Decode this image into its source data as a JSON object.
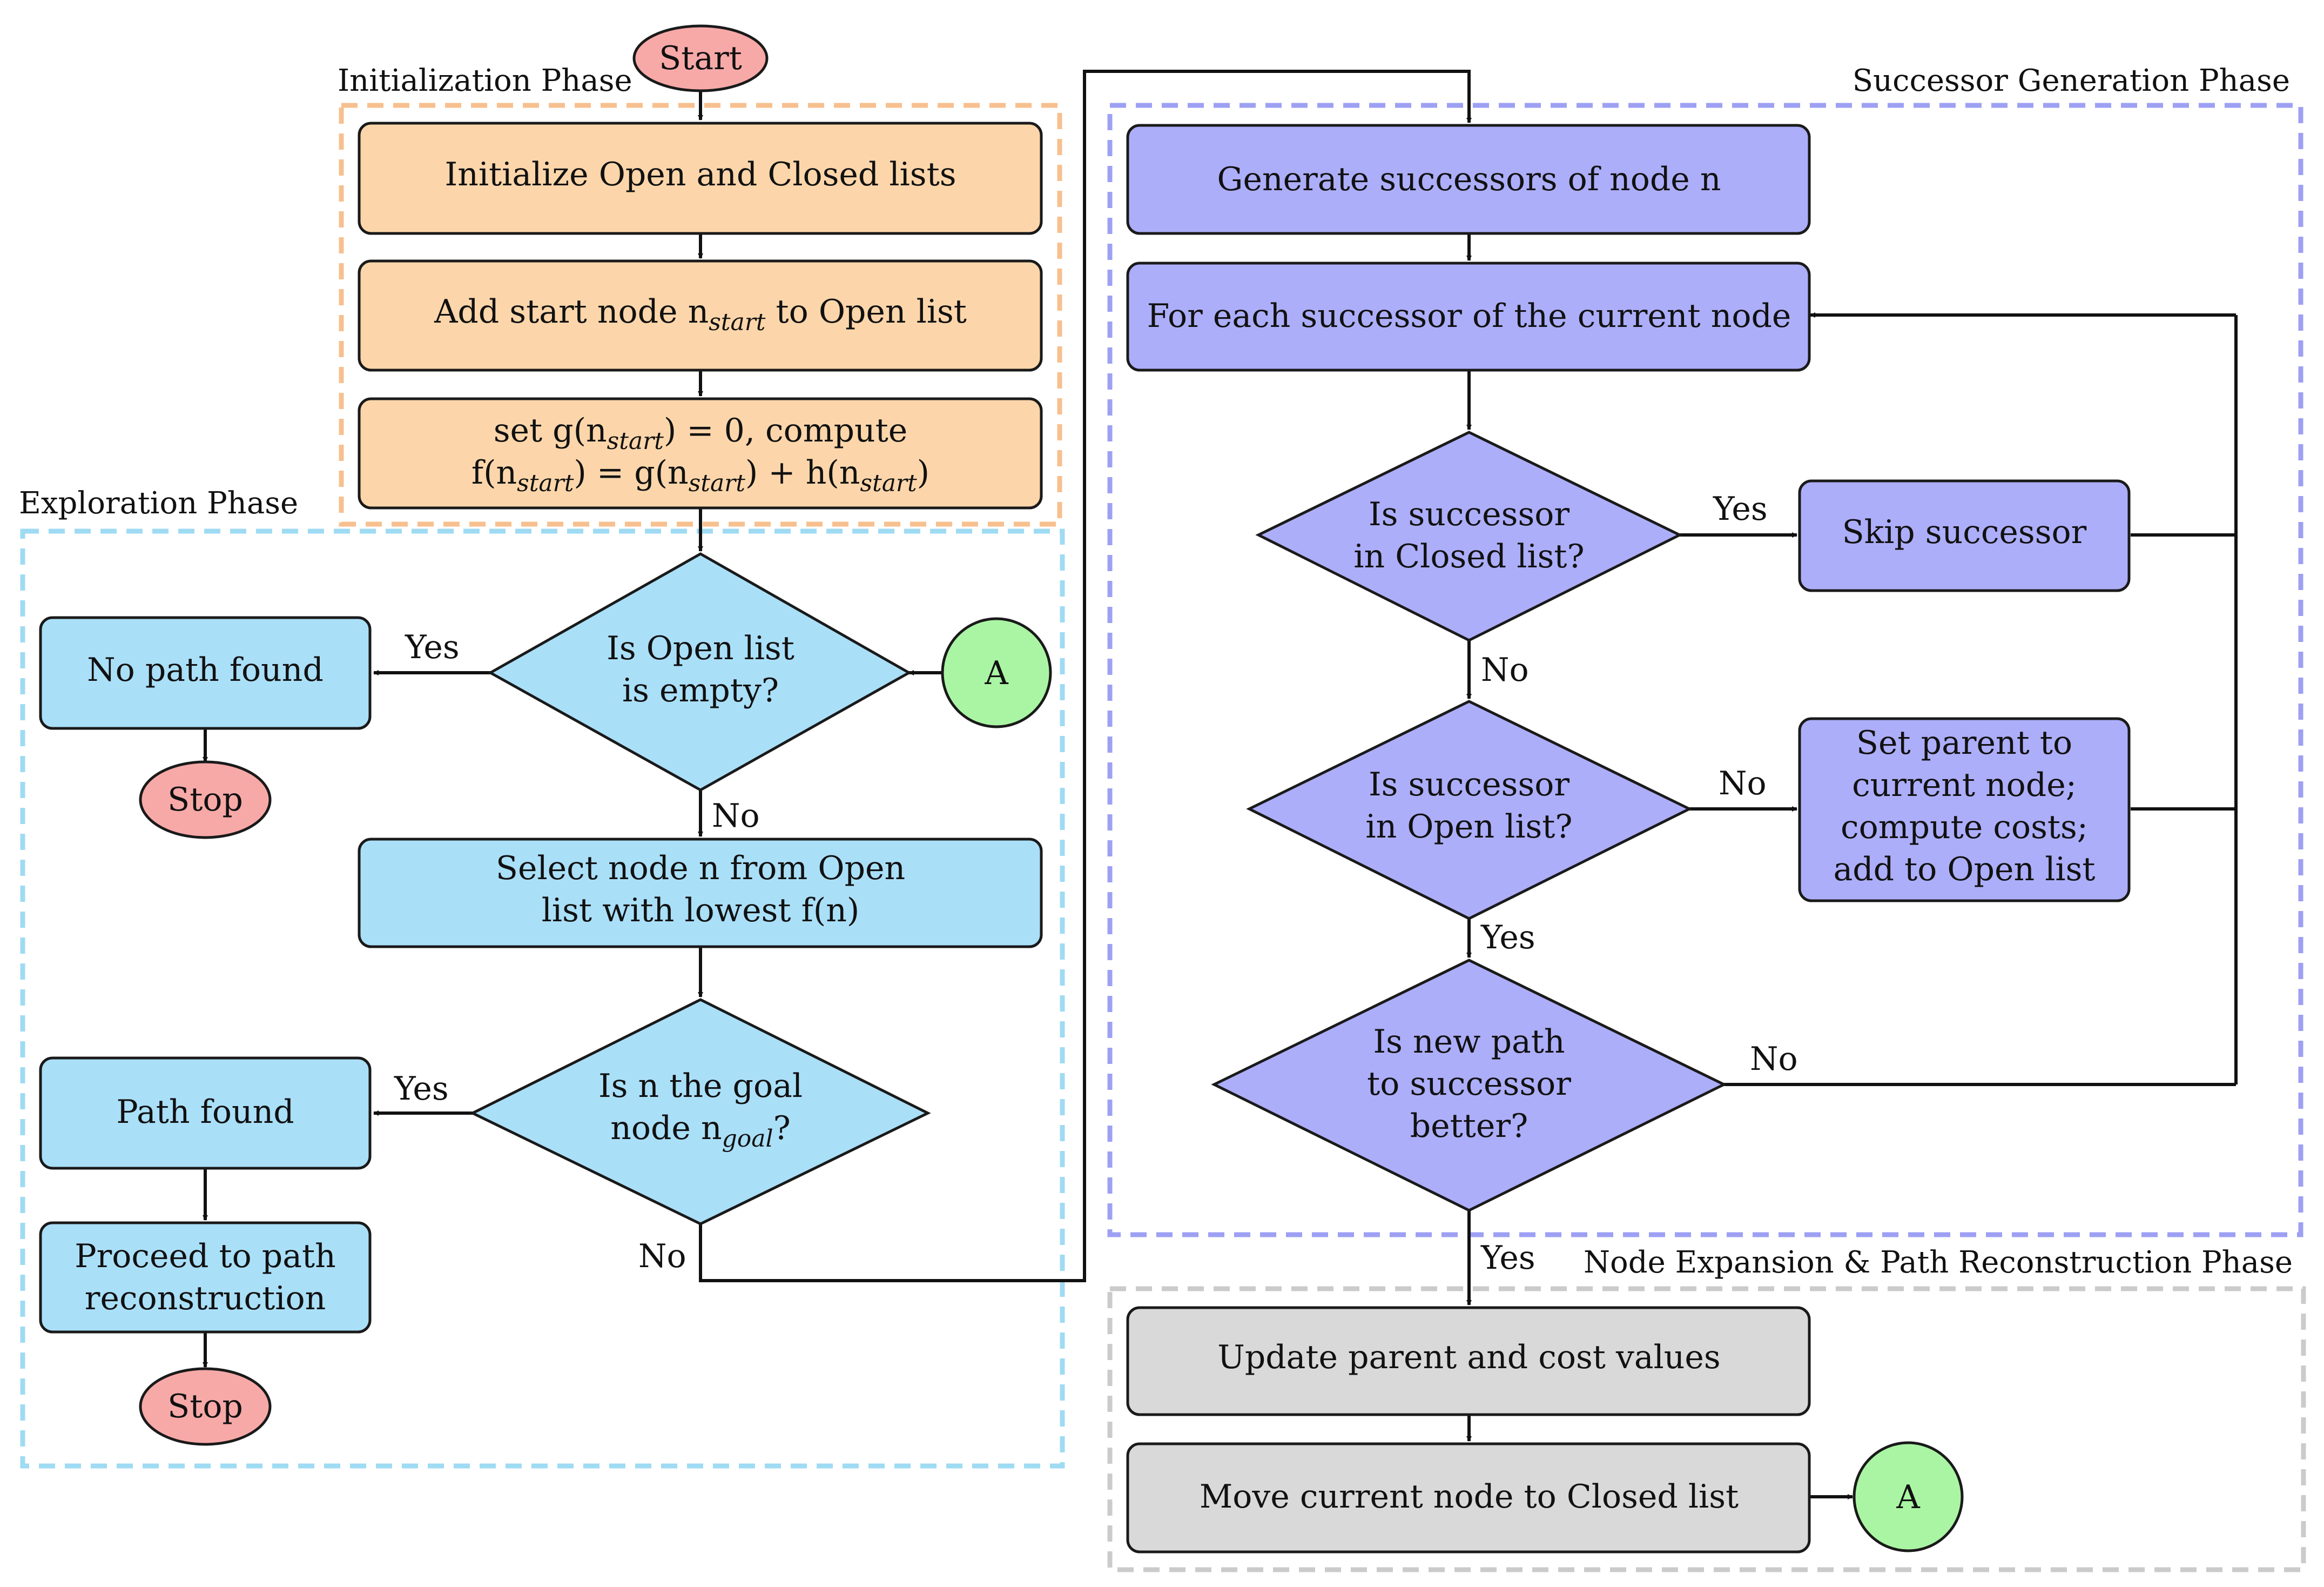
{
  "colors": {
    "init_fill": "#fcd6aa",
    "init_border": "#f7c08f",
    "explore_fill": "#aadff8",
    "explore_border": "#9fdbf3",
    "succ_fill": "#adaefa",
    "succ_border": "#9da0f3",
    "node_fill": "#d9d9d9",
    "node_border": "#cbcbcb",
    "terminal_fill": "#f7a9a8",
    "connector_fill": "#aaf5a4"
  },
  "phases": {
    "init": "Initialization Phase",
    "explore": "Exploration Phase",
    "succ": "Successor Generation Phase",
    "node": "Node Expansion & Path Reconstruction Phase"
  },
  "nodes": {
    "start": "Start",
    "init_lists": "Initialize Open and Closed lists",
    "add_start": [
      "Add start node n",
      "start",
      " to Open list"
    ],
    "set_g": [
      "set g(n",
      "start",
      ") = 0, compute"
    ],
    "compute_f": [
      "f(n",
      "start",
      ")  =  g(n",
      "start",
      ") + h(n",
      "start",
      ")"
    ],
    "is_open_empty": [
      "Is Open list",
      "is empty?"
    ],
    "connector_a": "A",
    "no_path": "No path found",
    "stop": "Stop",
    "select_node": [
      "Select node n from Open",
      "list with lowest f(n)"
    ],
    "is_goal": [
      "Is n the goal",
      "node n",
      "goal",
      "?"
    ],
    "path_found": "Path found",
    "proceed": [
      "Proceed to path",
      "reconstruction"
    ],
    "gen_succ": "Generate successors of node n",
    "for_each": "For each successor of the current node",
    "in_closed": [
      "Is successor",
      "in Closed list?"
    ],
    "skip": "Skip successor",
    "in_open": [
      "Is successor",
      "in Open list?"
    ],
    "set_parent": [
      "Set parent to",
      "current node;",
      "compute costs;",
      "add to Open list"
    ],
    "better": [
      "Is new path",
      "to successor",
      "better?"
    ],
    "update": "Update parent and cost values",
    "move_closed": "Move current node to Closed list"
  },
  "edges": {
    "yes": "Yes",
    "no": "No"
  }
}
